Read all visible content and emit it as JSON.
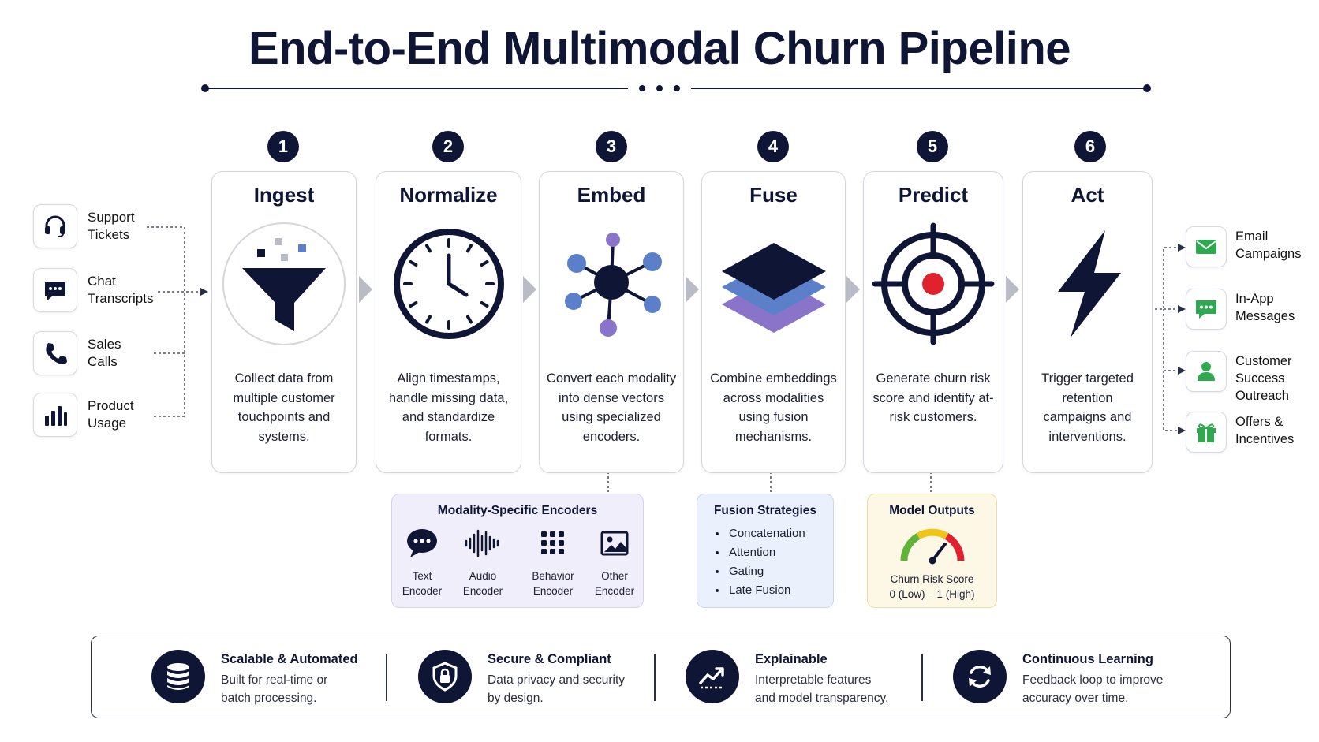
{
  "title": "End-to-End Multimodal Churn Pipeline",
  "sources": [
    {
      "label": "Support\nTickets",
      "icon": "headset-icon"
    },
    {
      "label": "Chat\nTranscripts",
      "icon": "chat-icon"
    },
    {
      "label": "Sales\nCalls",
      "icon": "phone-icon"
    },
    {
      "label": "Product\nUsage",
      "icon": "bar-chart-icon"
    }
  ],
  "steps": [
    {
      "number": "1",
      "title": "Ingest",
      "description": "Collect data from multiple customer touchpoints and systems.",
      "icon": "funnel-icon"
    },
    {
      "number": "2",
      "title": "Normalize",
      "description": "Align timestamps, handle missing data, and standardize formats.",
      "icon": "clock-icon"
    },
    {
      "number": "3",
      "title": "Embed",
      "description": "Convert each modality into dense vectors using specialized encoders.",
      "icon": "network-icon"
    },
    {
      "number": "4",
      "title": "Fuse",
      "description": "Combine embeddings across modalities using fusion mechanisms.",
      "icon": "layers-icon"
    },
    {
      "number": "5",
      "title": "Predict",
      "description": "Generate churn risk score and identify at-risk customers.",
      "icon": "target-icon"
    },
    {
      "number": "6",
      "title": "Act",
      "description": "Trigger targeted retention campaigns and interventions.",
      "icon": "lightning-icon"
    }
  ],
  "outputs": [
    {
      "label": "Email\nCampaigns",
      "icon": "mail-icon"
    },
    {
      "label": "In-App\nMessages",
      "icon": "message-icon"
    },
    {
      "label": "Customer\nSuccess\nOutreach",
      "icon": "person-icon"
    },
    {
      "label": "Offers &\nIncentives",
      "icon": "gift-icon"
    }
  ],
  "encoders": {
    "title": "Modality-Specific Encoders",
    "items": [
      {
        "label": "Text\nEncoder",
        "icon": "speech-bubble-icon"
      },
      {
        "label": "Audio\nEncoder",
        "icon": "waveform-icon"
      },
      {
        "label": "Behavior\nEncoder",
        "icon": "dot-grid-icon"
      },
      {
        "label": "Other\nEncoder",
        "icon": "image-icon"
      }
    ]
  },
  "fusion": {
    "title": "Fusion Strategies",
    "items": [
      "Concatenation",
      "Attention",
      "Gating",
      "Late Fusion"
    ]
  },
  "model_outputs": {
    "title": "Model Outputs",
    "gauge_label": "Churn Risk Score",
    "gauge_range": "0 (Low) – 1 (High)"
  },
  "features": [
    {
      "title": "Scalable & Automated",
      "description": "Built for real-time or\nbatch processing.",
      "icon": "database-icon"
    },
    {
      "title": "Secure & Compliant",
      "description": "Data privacy and security\nby design.",
      "icon": "shield-lock-icon"
    },
    {
      "title": "Explainable",
      "description": "Interpretable features\nand model transparency.",
      "icon": "trend-chart-icon"
    },
    {
      "title": "Continuous Learning",
      "description": "Feedback loop to improve\naccuracy over time.",
      "icon": "refresh-icon"
    }
  ],
  "colors": {
    "navy": "#0f1535",
    "node_blue": "#5b80c9",
    "node_purple": "#8a74c9",
    "target_red": "#e0222e",
    "output_green": "#2fa84f",
    "encoder_panel": "#f1eefb",
    "fusion_panel": "#eaf1fc",
    "outputs_panel": "#fdf8e6"
  }
}
